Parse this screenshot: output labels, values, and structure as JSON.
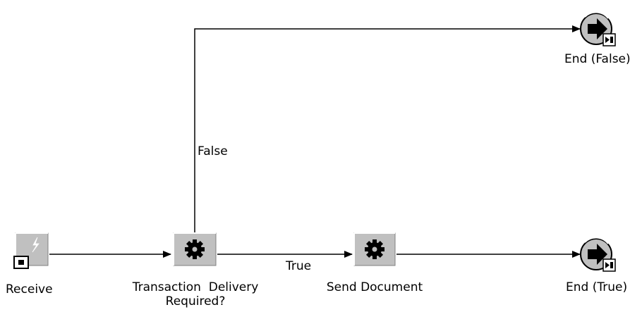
{
  "nodes": {
    "receive": {
      "label": "Receive",
      "icon": "receive-event-icon"
    },
    "transaction_delivery": {
      "label_line1": "Transaction  Delivery",
      "label_line2": "Required?",
      "icon": "gear-function-icon"
    },
    "send_document": {
      "label": "Send Document",
      "icon": "gear-function-icon"
    },
    "end_false": {
      "label": "End (False)",
      "icon": "end-arrow-icon"
    },
    "end_true": {
      "label": "End (True)",
      "icon": "end-arrow-icon"
    }
  },
  "edges": {
    "false_label": "False",
    "true_label": "True"
  },
  "colors": {
    "node_fill": "#c0c0c0",
    "node_border": "#808080",
    "node_highlight": "#ffffff",
    "line": "#000000",
    "icon_dark": "#000000"
  }
}
